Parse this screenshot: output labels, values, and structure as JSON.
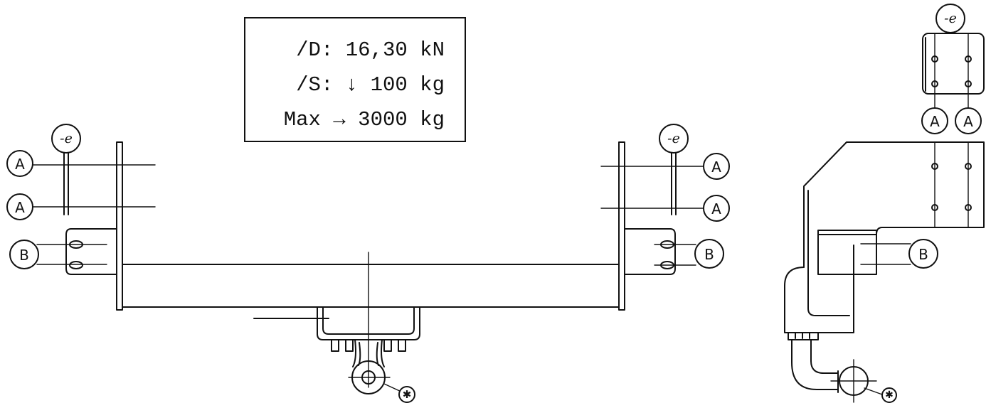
{
  "spec_box": {
    "line_d": "/D: 16,30 kN",
    "line_s": "/S: ↓ 100 kg",
    "line_max": "Max → 3000 kg"
  },
  "callouts": {
    "a": "A",
    "b": "B",
    "e": "-e",
    "star": "✱"
  }
}
